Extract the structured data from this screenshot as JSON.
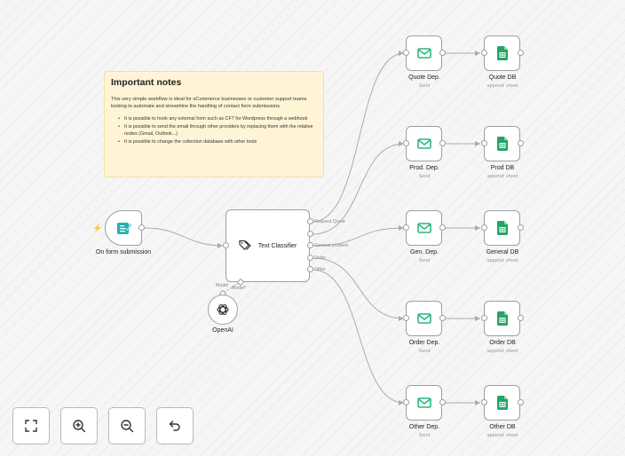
{
  "note": {
    "title": "Important notes",
    "intro": "This very simple workflow is ideal for eCommerce businesses or customer support teams looking to automate and streamline the handling of contact form submissions.",
    "bullets": [
      "It is possible to hook any external form such as CF7 for Wordpress through a webhook",
      "It is possible to send the email through other providers by replacing them with the relative nodes (Gmail, Outlook...)",
      "It is possible to change the collection database with other tools"
    ]
  },
  "trigger": {
    "label": "On form submission"
  },
  "classifier": {
    "label": "Text Classifier",
    "outputs": [
      "Request Quote",
      "",
      "General problem",
      "Order",
      "Other"
    ],
    "model_port": "Model",
    "model_required": "Model*"
  },
  "model_node": {
    "label": "OpenAI"
  },
  "email_nodes": [
    {
      "label": "Quote Dep.",
      "sub": "Send"
    },
    {
      "label": "Prod. Dep.",
      "sub": "Send"
    },
    {
      "label": "Gen. Dep.",
      "sub": "Send"
    },
    {
      "label": "Order Dep.",
      "sub": "Send"
    },
    {
      "label": "Other Dep.",
      "sub": "Send"
    }
  ],
  "db_nodes": [
    {
      "label": "Quote DB",
      "sub": "append: sheet"
    },
    {
      "label": "Prod DB",
      "sub": "append: sheet"
    },
    {
      "label": "General DB",
      "sub": "append: sheet"
    },
    {
      "label": "Order DB",
      "sub": "append: sheet"
    },
    {
      "label": "Other DB",
      "sub": "append: sheet"
    }
  ],
  "controls": [
    "fit-view-icon",
    "zoom-in-icon",
    "zoom-out-icon",
    "undo-icon"
  ],
  "colors": {
    "email_green": "#2cb67d",
    "sheets_green": "#23a566",
    "trigger_teal": "#21b1b0",
    "bolt": "#ff6d5a",
    "edge": "#a8acb1"
  }
}
